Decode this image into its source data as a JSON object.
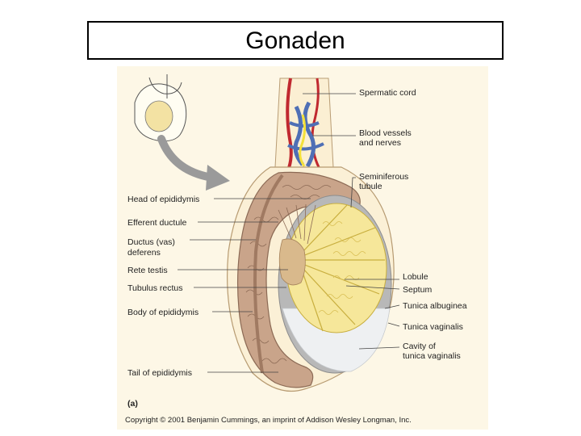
{
  "slide": {
    "title": "Gonaden"
  },
  "figure": {
    "labels_left": {
      "head_of_epididymis": "Head of epididymis",
      "efferent_ductule": "Efferent ductule",
      "ductus_line1": "Ductus (vas)",
      "ductus_line2": "deferens",
      "rete_testis": "Rete testis",
      "tubulus_rectus": "Tubulus rectus",
      "body_of_epididymis": "Body of epididymis",
      "tail_of_epididymis": "Tail of epididymis"
    },
    "labels_right": {
      "spermatic_cord": "Spermatic cord",
      "blood_line1": "Blood vessels",
      "blood_line2": "and nerves",
      "semin_line1": "Seminiferous",
      "semin_line2": "tubule",
      "lobule": "Lobule",
      "septum": "Septum",
      "tunica_albuginea": "Tunica albuginea",
      "tunica_vaginalis": "Tunica vaginalis",
      "cavity_line1": "Cavity of",
      "cavity_line2": "tunica vaginalis"
    },
    "panel_label": "(a)",
    "copyright": "Copyright © 2001 Benjamin Cummings, an imprint of Addison Wesley Longman, Inc.",
    "colors": {
      "background": "#fdf7e6",
      "epididymis": "#c9a48a",
      "epididymis_stroke": "#8c6a55",
      "lobules": "#f6e79a",
      "lobule_stroke": "#c8ae3e",
      "albuginea": "#b8b8b8",
      "cavity": "#eef0f2",
      "artery": "#c0282f",
      "vein": "#4f6fb5",
      "nerve": "#f3e03a",
      "arrow": "#9a9a9a"
    }
  }
}
